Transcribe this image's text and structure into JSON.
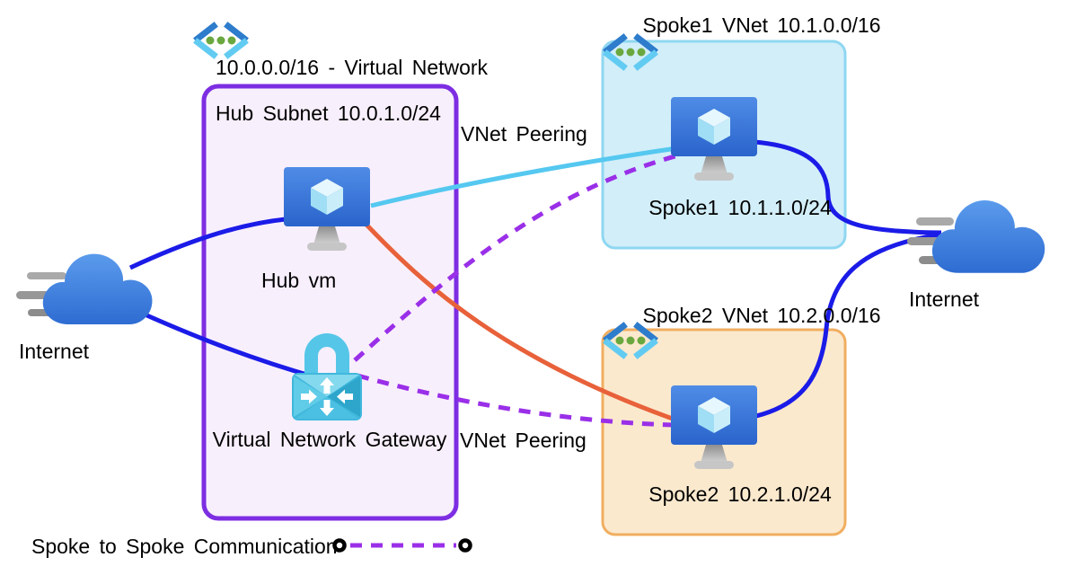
{
  "diagram": {
    "hub_vnet": {
      "title": "10.0.0.0/16 - Virtual Network",
      "subnet_label": "Hub Subnet 10.0.1.0/24",
      "vm_label": "Hub vm",
      "gateway_label": "Virtual Network Gateway"
    },
    "spoke1_vnet": {
      "title": "Spoke1 VNet 10.1.0.0/16",
      "vm_label": "Spoke1 10.1.1.0/24"
    },
    "spoke2_vnet": {
      "title": "Spoke2 VNet 10.2.0.0/16",
      "vm_label": "Spoke2 10.2.1.0/24"
    },
    "internet_left": {
      "label": "Internet"
    },
    "internet_right": {
      "label": "Internet"
    },
    "peering_labels": {
      "top": "VNet Peering",
      "bottom": "VNet Peering"
    },
    "legend": {
      "label": "Spoke to Spoke Communication"
    },
    "connections": [
      {
        "from": "internet-left",
        "to": "hub-vm",
        "style": "solid",
        "color_key": "link_blue"
      },
      {
        "from": "internet-left",
        "to": "virtual-network-gateway",
        "style": "solid",
        "color_key": "link_blue"
      },
      {
        "from": "hub-vm",
        "to": "spoke1-vm",
        "style": "solid",
        "color_key": "peering_cyan",
        "label": "VNet Peering"
      },
      {
        "from": "hub-vm",
        "to": "spoke2-vm",
        "style": "solid",
        "color_key": "peering_orange",
        "label": "VNet Peering"
      },
      {
        "from": "virtual-network-gateway",
        "to": "spoke1-vm",
        "style": "dashed",
        "color_key": "spoke_dash_purple"
      },
      {
        "from": "virtual-network-gateway",
        "to": "spoke2-vm",
        "style": "dashed",
        "color_key": "spoke_dash_purple"
      },
      {
        "from": "spoke1-vm",
        "to": "internet-right",
        "style": "solid",
        "color_key": "link_blue"
      },
      {
        "from": "spoke2-vm",
        "to": "internet-right",
        "style": "solid",
        "color_key": "link_blue"
      }
    ],
    "colors": {
      "link_blue": "#1b1be8",
      "peering_cyan": "#55c8f0",
      "peering_orange": "#e8613a",
      "spoke_dash_purple": "#9a2fe8",
      "hub_border": "#7d2ee2",
      "hub_fill": "#f8effc",
      "spoke1_border": "#8fd7f1",
      "spoke1_fill": "#d2eef9",
      "spoke2_border": "#f0ae60",
      "spoke2_fill": "#fbe9ce",
      "legend_ring": "#000000"
    }
  }
}
